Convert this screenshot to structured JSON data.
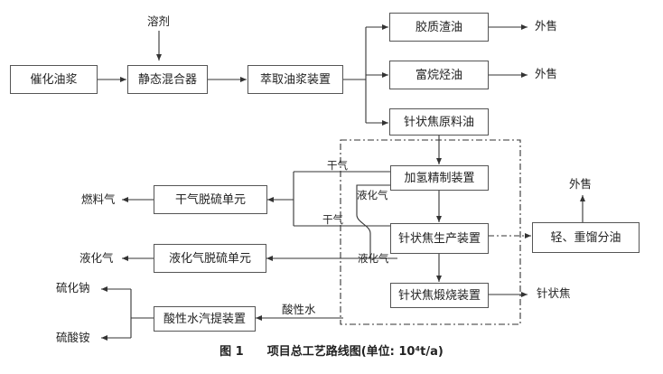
{
  "nodes": {
    "catalytic_slurry": "催化油浆",
    "static_mixer": "静态混合器",
    "extraction": "萃取油浆装置",
    "gum_residue": "胶质渣油",
    "aromatic_oil": "富烷烃油",
    "needle_feed": "针状焦原料油",
    "hydro_refining": "加氢精制装置",
    "dry_gas_desulf": "干气脱硫单元",
    "needle_production": "针状焦生产装置",
    "light_heavy_oil": "轻、重馏分油",
    "lpg_desulf": "液化气脱硫单元",
    "calcination": "针状焦煅烧装置",
    "sour_water": "酸性水汽提装置"
  },
  "labels": {
    "solvent": "溶剂",
    "sale_gum": "外售",
    "sale_aromatic": "外售",
    "sale_light_heavy": "外售",
    "dry_gas_top": "干气",
    "dry_gas_bottom": "干气",
    "lpg_upper": "液化气",
    "lpg_lower": "液化气",
    "fuel_gas": "燃料气",
    "lpg_out": "液化气",
    "needle_coke": "针状焦",
    "sour_water": "酸性水",
    "sodium_sulfide": "硫化钠",
    "ammonium_sulfate": "硫酸铵"
  },
  "caption": "图 1　　项目总工艺路线图(单位: 10⁴t/a)"
}
